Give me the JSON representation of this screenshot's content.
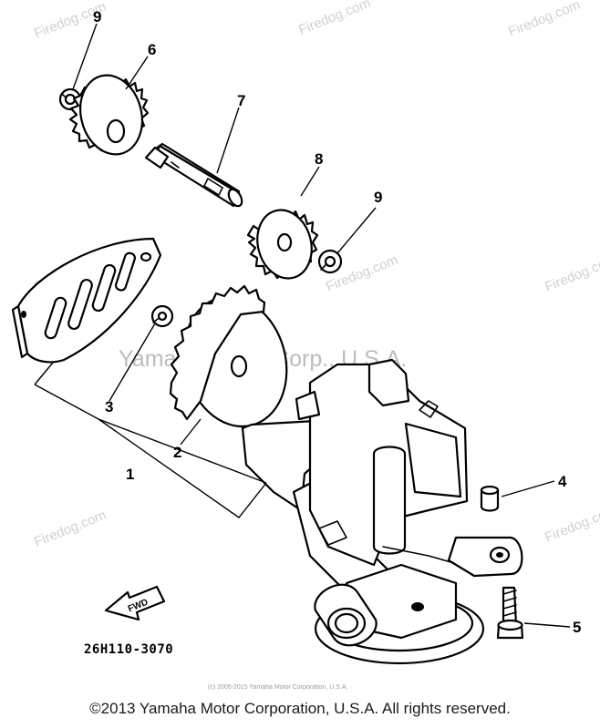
{
  "watermarks": {
    "main": "Yamaha Motor Corp., U.S.A.",
    "site": "Firedog.com",
    "site_alt": "Firedog.com"
  },
  "callouts": [
    "1",
    "2",
    "3",
    "4",
    "5",
    "6",
    "7",
    "8",
    "9",
    "9"
  ],
  "diagram_code": "26H110-3070",
  "fwd_label": "FWD",
  "image_credit": "(c) 2005-2015 Yamaha Motor Corporation, U.S.A.",
  "copyright": "©2013 Yamaha Motor Corporation, U.S.A. All rights reserved."
}
